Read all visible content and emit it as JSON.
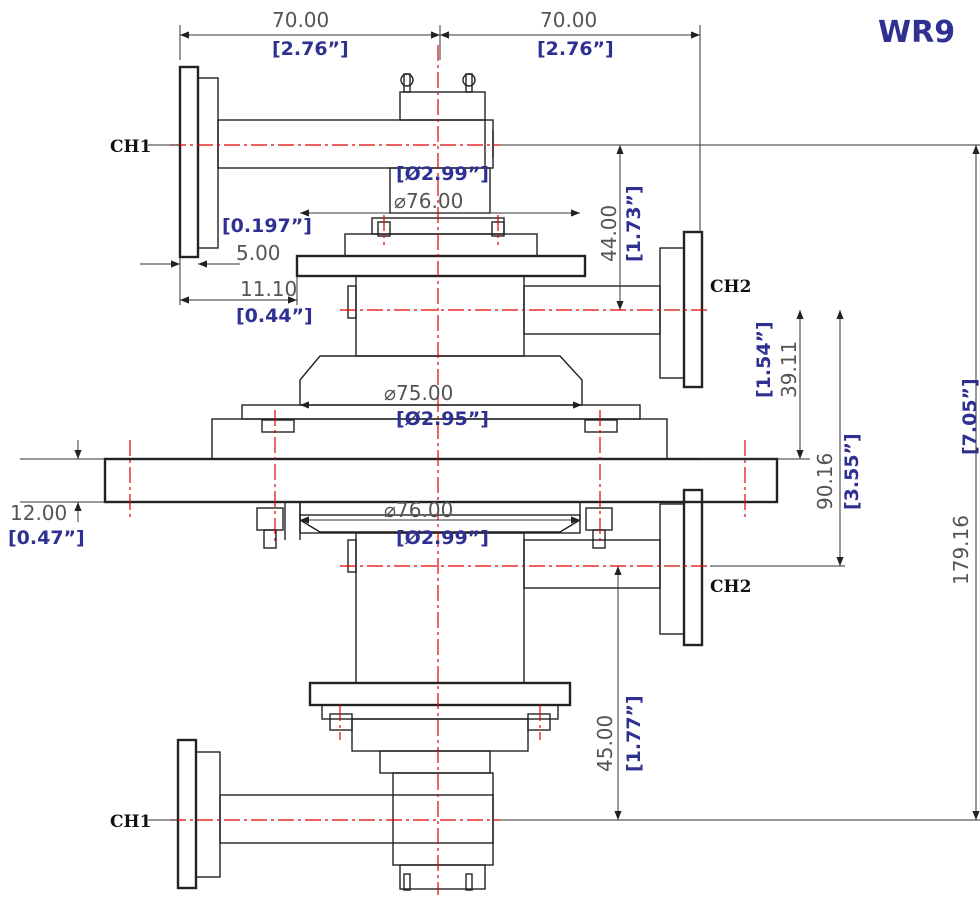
{
  "title": "WR9",
  "channels": {
    "ch1": "CH1",
    "ch2": "CH2"
  },
  "dimensions": {
    "top_left_mm": "70.00",
    "top_left_in": "[2.76”]",
    "top_right_mm": "70.00",
    "top_right_in": "[2.76”]",
    "dia_top_in": "[Ø2.99”]",
    "dia_top_mm": "⌀76.00",
    "flange_thk_in": "[0.197”]",
    "flange_thk_mm": "5.00",
    "offset_mm": "11.10",
    "offset_in": "[0.44”]",
    "h44_mm": "44.00",
    "h44_in": "[1.73”]",
    "h39_in": "[1.54”]",
    "h39_mm": "39.11",
    "dia_mid_mm": "⌀75.00",
    "dia_mid_in": "[Ø2.95”]",
    "h90_mm": "90.16",
    "h90_in": "[3.55”]",
    "h179_mm": "179.16",
    "h179_in": "[7.05”]",
    "plate_thk_mm": "12.00",
    "plate_thk_in": "[0.47”]",
    "dia_low_mm": "⌀76.00",
    "dia_low_in": "[Ø2.99”]",
    "h45_mm": "45.00",
    "h45_in": "[1.77”]"
  }
}
